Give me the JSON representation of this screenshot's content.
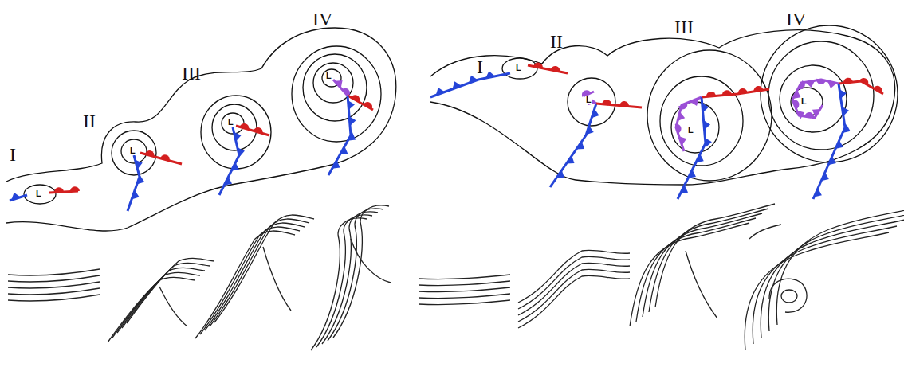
{
  "diagram": {
    "labels": [
      "I",
      "II",
      "III",
      "IV",
      "L",
      "L",
      "L",
      "L",
      "I",
      "II",
      "III",
      "IV",
      "L",
      "L",
      "L",
      "L"
    ]
  }
}
